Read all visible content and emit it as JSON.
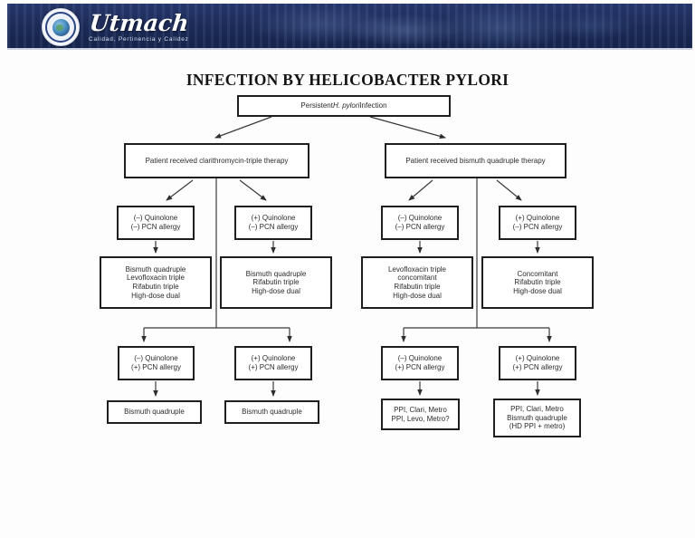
{
  "header": {
    "logo_text": "Utmach",
    "logo_tagline": "Calidad, Pertinencia y Calidez"
  },
  "title": "INFECTION BY HELICOBACTER PYLORI",
  "colors": {
    "banner_navy": "#1b2a55",
    "box_border": "#1f1f1f",
    "connector_line": "#3a3a3a"
  },
  "flowchart": {
    "root": {
      "pre": "Persistent ",
      "italic": "H. pylori",
      "post": " Infection"
    },
    "nodes": {
      "branch_left": "Patient received clarithromycin-triple therapy",
      "branch_right": "Patient received bismuth quadruple therapy",
      "r2a": "(–) Quinolone\n(–) PCN allergy",
      "r2b": "(+) Quinolone\n(–) PCN allergy",
      "r2c": "(–) Quinolone\n(–) PCN allergy",
      "r2d": "(+) Quinolone\n(–) PCN allergy",
      "r3a": "Bismuth quadruple\nLevofloxacin triple\nRifabutin triple\nHigh-dose dual",
      "r3b": "Bismuth quadruple\nRifabutin triple\nHigh-dose dual",
      "r3c": "Levofloxacin triple\nconcomitant\nRifabutin triple\nHigh-dose dual",
      "r3d": "Concomitant\nRifabutin triple\nHigh-dose dual",
      "r4a": "(–) Quinolone\n(+) PCN allergy",
      "r4b": "(+) Quinolone\n(+) PCN allergy",
      "r4c": "(–) Quinolone\n(+) PCN allergy",
      "r4d": "(+) Quinolone\n(+) PCN allergy",
      "r5a": "Bismuth quadruple",
      "r5b": "Bismuth quadruple",
      "r5c": "PPI, Clari, Metro\nPPI, Levo, Metro?",
      "r5d": "PPI, Clari, Metro\nBismuth quadruple\n(HD PPI + metro)"
    }
  }
}
